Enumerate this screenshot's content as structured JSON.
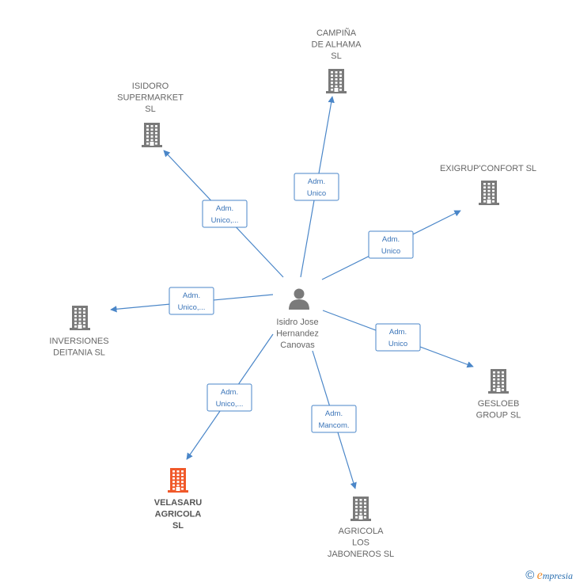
{
  "colors": {
    "edge": "#4a86c8",
    "company_icon": "#7a7a7a",
    "company_icon_highlight": "#f0592a",
    "person_icon": "#7a7a7a"
  },
  "center": {
    "id": "person",
    "icon": "person-icon",
    "lines": [
      "Isidro Jose",
      "Hernandez",
      "Canovas"
    ]
  },
  "nodes": [
    {
      "id": "campina",
      "icon": "building-icon",
      "lines": [
        "CAMPIÑA",
        "DE ALHAMA",
        "SL"
      ],
      "highlight": false
    },
    {
      "id": "isidoro",
      "icon": "building-icon",
      "lines": [
        "ISIDORO",
        "SUPERMARKET",
        "SL"
      ],
      "highlight": false
    },
    {
      "id": "exigrup",
      "icon": "building-icon",
      "lines": [
        "EXIGRUP'CONFORT SL"
      ],
      "highlight": false
    },
    {
      "id": "inversiones",
      "icon": "building-icon",
      "lines": [
        "INVERSIONES",
        "DEITANIA  SL"
      ],
      "highlight": false
    },
    {
      "id": "gesloeb",
      "icon": "building-icon",
      "lines": [
        "GESLOEB",
        "GROUP  SL"
      ],
      "highlight": false
    },
    {
      "id": "velasaru",
      "icon": "building-icon",
      "lines": [
        "VELASARU",
        "AGRICOLA",
        "SL"
      ],
      "highlight": true
    },
    {
      "id": "agricola",
      "icon": "building-icon",
      "lines": [
        "AGRICOLA",
        "LOS",
        "JABONEROS SL"
      ],
      "highlight": false
    }
  ],
  "edges": [
    {
      "to": "campina",
      "lines": [
        "Adm.",
        "Unico"
      ]
    },
    {
      "to": "isidoro",
      "lines": [
        "Adm.",
        "Unico,..."
      ]
    },
    {
      "to": "exigrup",
      "lines": [
        "Adm.",
        "Unico"
      ]
    },
    {
      "to": "inversiones",
      "lines": [
        "Adm.",
        "Unico,..."
      ]
    },
    {
      "to": "gesloeb",
      "lines": [
        "Adm.",
        "Unico"
      ]
    },
    {
      "to": "velasaru",
      "lines": [
        "Adm.",
        "Unico,..."
      ]
    },
    {
      "to": "agricola",
      "lines": [
        "Adm.",
        "Mancom."
      ]
    }
  ],
  "brand": {
    "copyright": "©",
    "e": "e",
    "rest": "mpresia"
  }
}
